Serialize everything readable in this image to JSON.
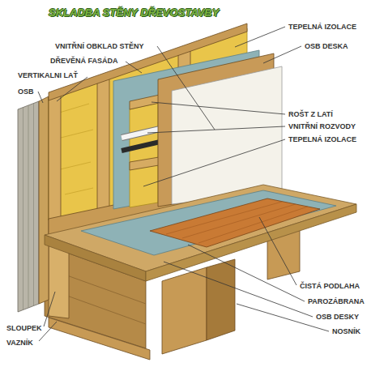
{
  "diagram": {
    "title": "SKLADBA STĚNY DŘEVOSTAVBY",
    "labels": [
      "VNITŘNÍ OBKLAD STĚNY",
      "DŘEVĚNÁ FASÁDA",
      "VERTIKALNI LAŤ",
      "OSB",
      "TEPELNÁ IZOLACE",
      "OSB DESKA",
      "ROŠT Z LATÍ",
      "VNITŘNÍ ROZVODY",
      "TEPELNÁ IZOLACE",
      "ČISTÁ PODLAHA",
      "PAROZÁBRANA",
      "OSB DESKY",
      "NOSNÍK",
      "SLOUPEK",
      "VAZNÍK"
    ]
  }
}
